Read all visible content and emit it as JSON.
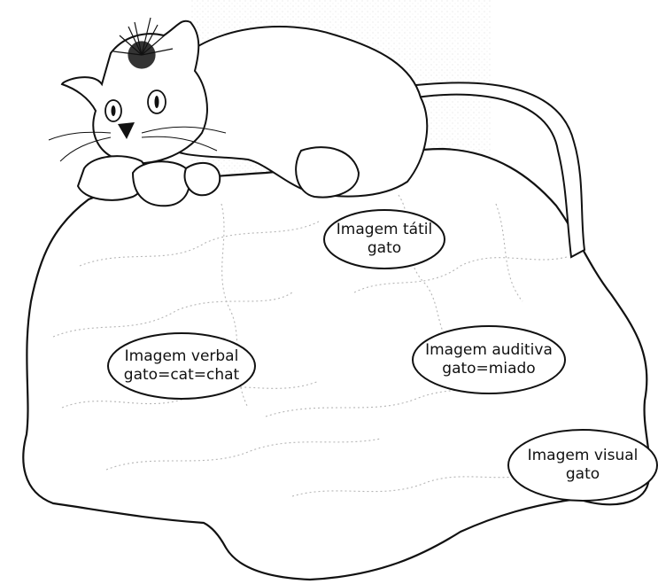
{
  "labels": {
    "tactile": {
      "line1": "Imagem tátil",
      "line2": "gato"
    },
    "verbal": {
      "line1": "Imagem verbal",
      "line2": "gato=cat=chat"
    },
    "auditory": {
      "line1": "Imagem auditiva",
      "line2": "gato=miado"
    },
    "visual": {
      "line1": "Imagem visual",
      "line2": "gato"
    }
  },
  "colors": {
    "ink": "#111111",
    "paper": "#ffffff",
    "stipple": "#c8c8c8"
  }
}
